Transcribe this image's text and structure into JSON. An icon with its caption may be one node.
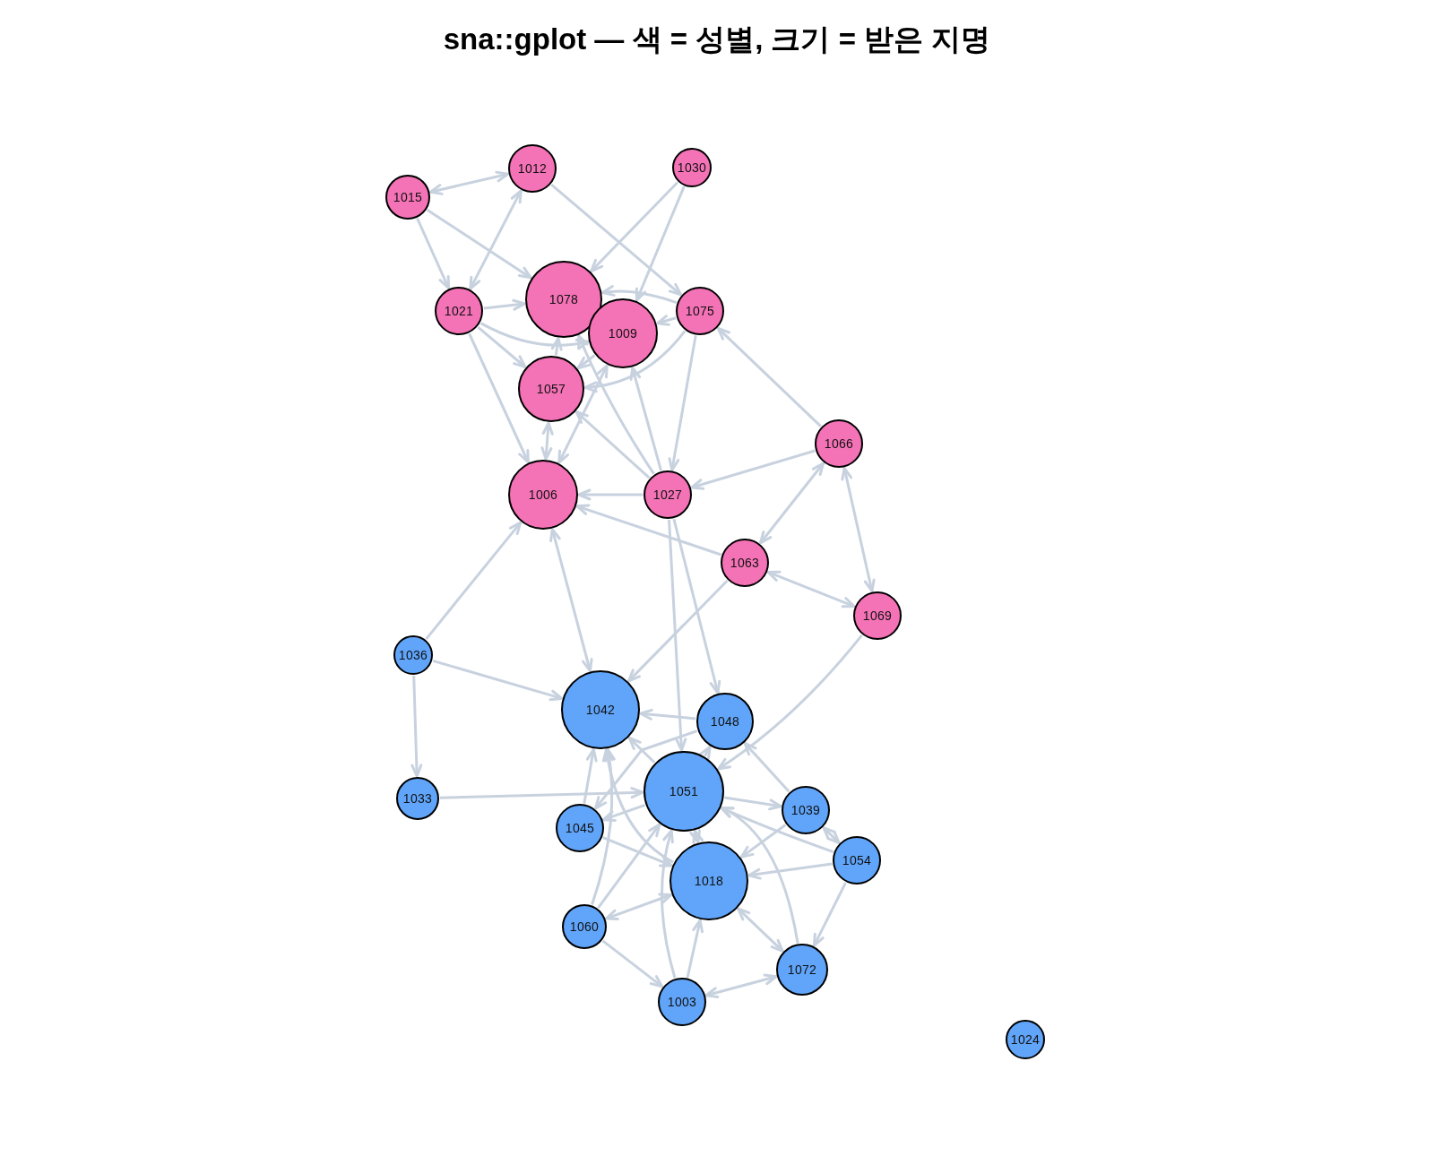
{
  "diagram": {
    "title": "sna::gplot — 색 = 성별, 크기 = 받은 지명",
    "nodes": [
      {
        "text": [
          "1015"
        ]
      },
      {
        "text": [
          "1012"
        ]
      },
      {
        "text": [
          "1030"
        ]
      },
      {
        "text": [
          "1021"
        ]
      },
      {
        "text": [
          "1078"
        ]
      },
      {
        "text": [
          "1075"
        ]
      },
      {
        "text": [
          "1009"
        ]
      },
      {
        "text": [
          "1057"
        ]
      },
      {
        "text": [
          "1066"
        ]
      },
      {
        "text": [
          "1006"
        ]
      },
      {
        "text": [
          "1027"
        ]
      },
      {
        "text": [
          "1063"
        ]
      },
      {
        "text": [
          "1069"
        ]
      },
      {
        "text": [
          "1036"
        ]
      },
      {
        "text": [
          "1042"
        ]
      },
      {
        "text": [
          "1048"
        ]
      },
      {
        "text": [
          "1051"
        ]
      },
      {
        "text": [
          "1033"
        ]
      },
      {
        "text": [
          "1039"
        ]
      },
      {
        "text": [
          "1045"
        ]
      },
      {
        "text": [
          "1054"
        ]
      },
      {
        "text": [
          "1018"
        ]
      },
      {
        "text": [
          "1060"
        ]
      },
      {
        "text": [
          "1072"
        ]
      },
      {
        "text": [
          "1003"
        ]
      },
      {
        "text": [
          "1024"
        ]
      }
    ],
    "edges": [
      {
        "from": 0,
        "to": 1,
        "arrow": "both"
      },
      {
        "from": 0,
        "to": 3,
        "arrow": "to"
      },
      {
        "from": 0,
        "to": 4,
        "arrow": "to"
      },
      {
        "from": 1,
        "to": 3,
        "arrow": "both"
      },
      {
        "from": 1,
        "to": 5,
        "arrow": "to"
      },
      {
        "from": 2,
        "to": 4,
        "arrow": "to"
      },
      {
        "from": 2,
        "to": 6,
        "arrow": "to"
      },
      {
        "from": 3,
        "to": 4,
        "arrow": "to"
      },
      {
        "from": 3,
        "to": 6,
        "arrow": "to"
      },
      {
        "from": 3,
        "to": 7,
        "arrow": "to"
      },
      {
        "from": 3,
        "to": 9,
        "arrow": "to"
      },
      {
        "from": 5,
        "to": 4,
        "arrow": "to"
      },
      {
        "from": 5,
        "to": 6,
        "arrow": "to"
      },
      {
        "from": 5,
        "to": 7,
        "arrow": "to"
      },
      {
        "from": 6,
        "to": 7,
        "arrow": "to"
      },
      {
        "from": 7,
        "to": 4,
        "arrow": "to"
      },
      {
        "from": 7,
        "to": 9,
        "arrow": "both"
      },
      {
        "from": 6,
        "to": 9,
        "arrow": "both"
      },
      {
        "from": 10,
        "to": 7,
        "arrow": "to"
      },
      {
        "from": 10,
        "to": 4,
        "arrow": "to"
      },
      {
        "from": 10,
        "to": 6,
        "arrow": "to"
      },
      {
        "from": 5,
        "to": 10,
        "arrow": "to"
      },
      {
        "from": 8,
        "to": 5,
        "arrow": "to"
      },
      {
        "from": 8,
        "to": 10,
        "arrow": "to"
      },
      {
        "from": 10,
        "to": 9,
        "arrow": "to"
      },
      {
        "from": 11,
        "to": 9,
        "arrow": "to"
      },
      {
        "from": 8,
        "to": 11,
        "arrow": "both"
      },
      {
        "from": 8,
        "to": 12,
        "arrow": "both"
      },
      {
        "from": 11,
        "to": 12,
        "arrow": "both"
      },
      {
        "from": 11,
        "to": 14,
        "arrow": "to"
      },
      {
        "from": 12,
        "to": 16,
        "arrow": "to"
      },
      {
        "from": 9,
        "to": 14,
        "arrow": "both"
      },
      {
        "from": 13,
        "to": 9,
        "arrow": "to"
      },
      {
        "from": 13,
        "to": 14,
        "arrow": "to"
      },
      {
        "from": 13,
        "to": 17,
        "arrow": "to"
      },
      {
        "from": 10,
        "to": 16,
        "arrow": "to"
      },
      {
        "from": 10,
        "to": 15,
        "arrow": "to"
      },
      {
        "from": 15,
        "to": 14,
        "arrow": "to"
      },
      {
        "from": 17,
        "to": 16,
        "arrow": "to"
      },
      {
        "from": 16,
        "to": 14,
        "arrow": "to"
      },
      {
        "from": 21,
        "to": 14,
        "arrow": "to"
      },
      {
        "from": 19,
        "to": 14,
        "arrow": "to"
      },
      {
        "from": 22,
        "to": 14,
        "arrow": "to"
      },
      {
        "from": 16,
        "to": 19,
        "arrow": "to"
      },
      {
        "from": 15,
        "to": 19,
        "arrow": "to"
      },
      {
        "from": 16,
        "to": 18,
        "arrow": "to"
      },
      {
        "from": 18,
        "to": 15,
        "arrow": "to"
      },
      {
        "from": 16,
        "to": 15,
        "arrow": "to"
      },
      {
        "from": 20,
        "to": 16,
        "arrow": "to"
      },
      {
        "from": 18,
        "to": 20,
        "arrow": "both"
      },
      {
        "from": 18,
        "to": 21,
        "arrow": "to"
      },
      {
        "from": 20,
        "to": 21,
        "arrow": "to"
      },
      {
        "from": 20,
        "to": 23,
        "arrow": "to"
      },
      {
        "from": 19,
        "to": 21,
        "arrow": "to"
      },
      {
        "from": 22,
        "to": 16,
        "arrow": "to"
      },
      {
        "from": 22,
        "to": 21,
        "arrow": "both"
      },
      {
        "from": 22,
        "to": 24,
        "arrow": "to"
      },
      {
        "from": 24,
        "to": 21,
        "arrow": "to"
      },
      {
        "from": 24,
        "to": 16,
        "arrow": "to"
      },
      {
        "from": 21,
        "to": 23,
        "arrow": "both"
      },
      {
        "from": 23,
        "to": 16,
        "arrow": "to"
      },
      {
        "from": 24,
        "to": 23,
        "arrow": "both"
      },
      {
        "from": 21,
        "to": 16,
        "arrow": "both"
      }
    ]
  }
}
